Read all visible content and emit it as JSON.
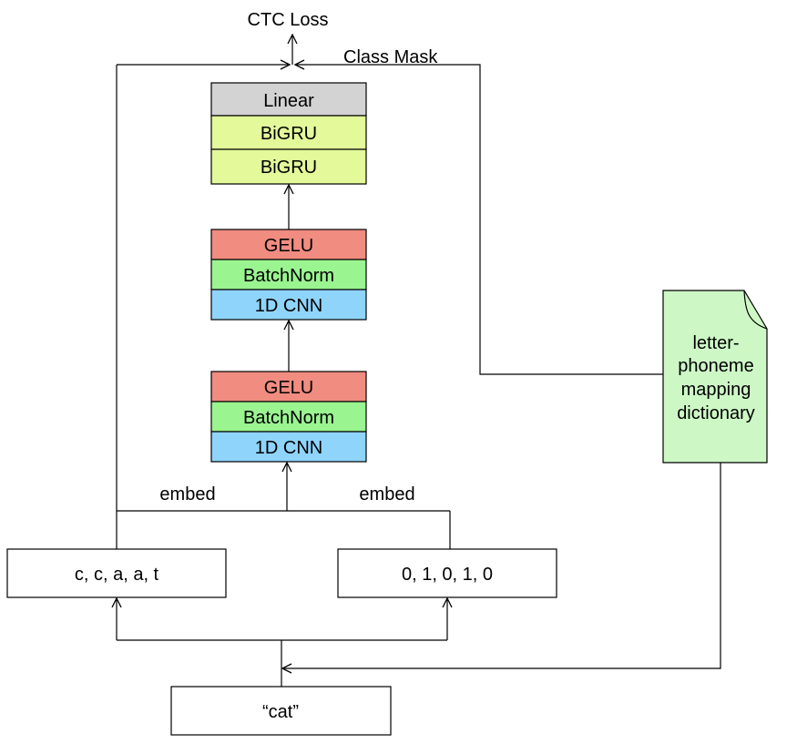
{
  "labels": {
    "output": "CTC Loss",
    "mask": "Class Mask",
    "embed_left": "embed",
    "embed_right": "embed"
  },
  "rnn_stack": {
    "linear": "Linear",
    "bigru_1": "BiGRU",
    "bigru_2": "BiGRU"
  },
  "cnn_block_upper": {
    "gelu": "GELU",
    "batchnorm": "BatchNorm",
    "conv": "1D CNN"
  },
  "cnn_block_lower": {
    "gelu": "GELU",
    "batchnorm": "BatchNorm",
    "conv": "1D CNN"
  },
  "inputs": {
    "letters": "c, c, a, a, t",
    "flags": "0, 1, 0, 1, 0",
    "word": "“cat”"
  },
  "dictionary": {
    "lines": [
      "letter-",
      "phoneme",
      "mapping",
      "dictionary"
    ]
  },
  "colors": {
    "linear": "#d3d3d3",
    "bigru": "#e3f99a",
    "gelu": "#f08c80",
    "batchnorm": "#9af490",
    "conv": "#8fd4fb",
    "dictionary": "#cdf8c6",
    "input_box": "#ffffff"
  }
}
